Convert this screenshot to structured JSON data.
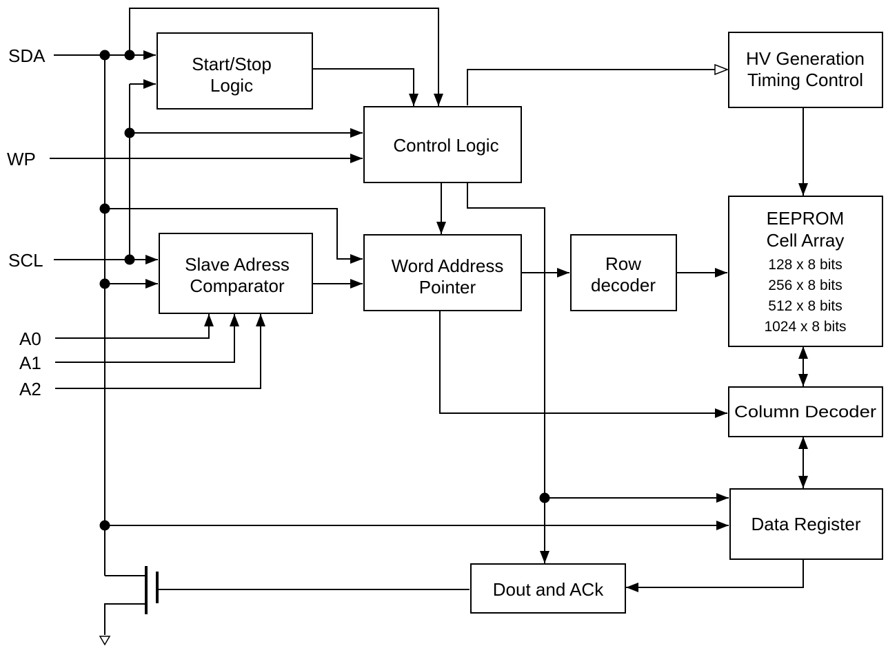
{
  "pins": {
    "sda": "SDA",
    "wp": "WP",
    "scl": "SCL",
    "a0": "A0",
    "a1": "A1",
    "a2": "A2"
  },
  "blocks": {
    "start_stop": [
      "Start/Stop",
      "Logic"
    ],
    "control_logic": [
      "Control Logic"
    ],
    "slave_address": [
      "Slave Adress",
      "Comparator"
    ],
    "word_address": [
      "Word Address",
      "Pointer"
    ],
    "row_decoder": [
      "Row",
      "decoder"
    ],
    "hv_generation": [
      "HV Generation",
      "Timing Control"
    ],
    "eeprom": [
      "EEPROM",
      "Cell Array",
      "128 x 8 bits",
      "256 x 8 bits",
      "512 x 8 bits",
      "1024 x 8 bits"
    ],
    "column_decoder": [
      "Column Decoder"
    ],
    "data_register": [
      "Data Register"
    ],
    "dout_ack": [
      "Dout and ACk"
    ]
  }
}
